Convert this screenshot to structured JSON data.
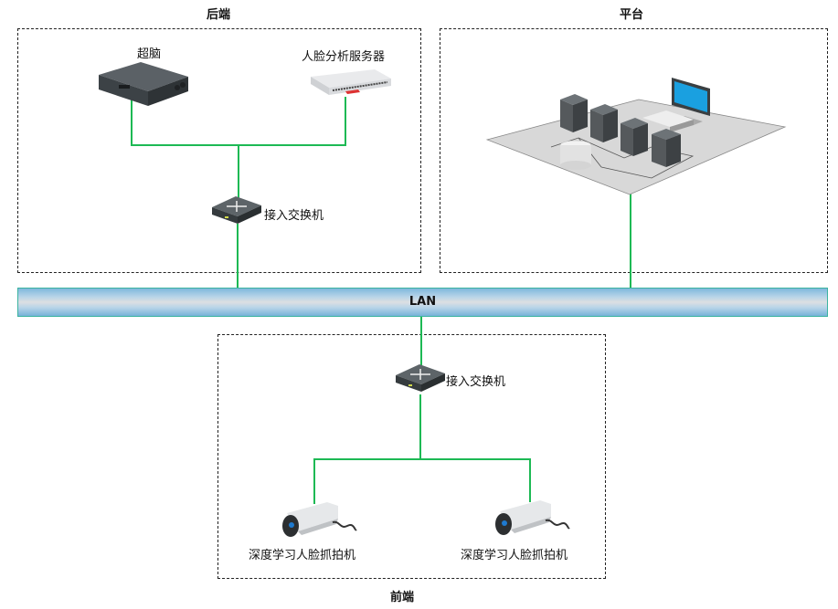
{
  "sections": {
    "backend": {
      "title": "后端"
    },
    "platform": {
      "title": "平台"
    },
    "frontend": {
      "title": "前端"
    }
  },
  "network": {
    "lan_label": "LAN"
  },
  "devices": {
    "super_brain": {
      "label": "超脑",
      "icon": "nvr-icon"
    },
    "face_server": {
      "label": "人脸分析服务器",
      "icon": "rack-server-icon"
    },
    "backend_switch": {
      "label": "接入交换机",
      "icon": "switch-icon"
    },
    "platform_cluster": {
      "icon": "server-cluster-icon"
    },
    "frontend_switch": {
      "label": "接入交换机",
      "icon": "switch-icon"
    },
    "camera_left": {
      "label": "深度学习人脸抓拍机",
      "icon": "bullet-camera-icon"
    },
    "camera_right": {
      "label": "深度学习人脸抓拍机",
      "icon": "bullet-camera-icon"
    }
  },
  "colors": {
    "link": "#1db954",
    "region_border": "#222222",
    "lan_border": "#3bb3a0"
  }
}
